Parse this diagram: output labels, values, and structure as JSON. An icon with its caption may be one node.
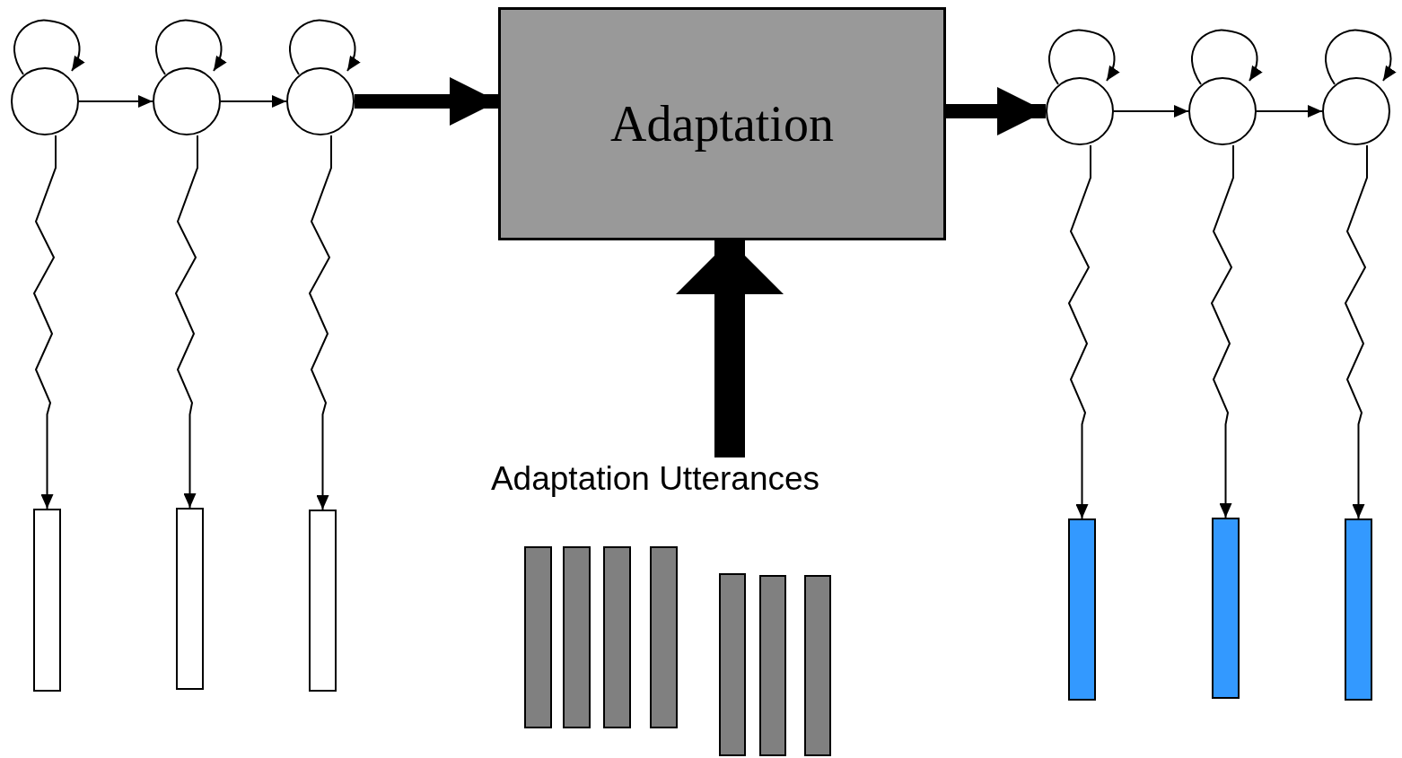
{
  "diagram": {
    "nodes": [
      {
        "text": [],
        "shape": "circle"
      },
      {
        "text": [],
        "shape": "circle"
      },
      {
        "text": [],
        "shape": "circle"
      },
      {
        "text": [
          "Adaptation"
        ]
      },
      {
        "text": [],
        "shape": "circle"
      },
      {
        "text": [],
        "shape": "circle"
      },
      {
        "text": [],
        "shape": "circle"
      },
      {
        "text": [],
        "shape": "bar"
      },
      {
        "text": [],
        "shape": "bar"
      },
      {
        "text": [],
        "shape": "bar"
      },
      {
        "text": [
          "Adaptation Utterances"
        ]
      },
      {
        "text": [],
        "shape": "bar"
      },
      {
        "text": [],
        "shape": "bar"
      },
      {
        "text": [],
        "shape": "bar"
      },
      {
        "text": [],
        "shape": "bar"
      },
      {
        "text": [],
        "shape": "bar"
      },
      {
        "text": [],
        "shape": "bar"
      },
      {
        "text": [],
        "shape": "bar"
      },
      {
        "text": [],
        "shape": "bar"
      },
      {
        "text": [],
        "shape": "bar"
      },
      {
        "text": [],
        "shape": "bar"
      }
    ],
    "edges": [
      {
        "from": 0,
        "to": 0,
        "arrow": "to"
      },
      {
        "from": 1,
        "to": 1,
        "arrow": "to"
      },
      {
        "from": 2,
        "to": 2,
        "arrow": "to"
      },
      {
        "from": 0,
        "to": 1,
        "arrow": "to"
      },
      {
        "from": 1,
        "to": 2,
        "arrow": "to"
      },
      {
        "from": 2,
        "to": 3,
        "arrow": "to",
        "style": "thick"
      },
      {
        "from": 3,
        "to": 4,
        "arrow": "to",
        "style": "thick"
      },
      {
        "from": 4,
        "to": 4,
        "arrow": "to"
      },
      {
        "from": 5,
        "to": 5,
        "arrow": "to"
      },
      {
        "from": 6,
        "to": 6,
        "arrow": "to"
      },
      {
        "from": 4,
        "to": 5,
        "arrow": "to"
      },
      {
        "from": 5,
        "to": 6,
        "arrow": "to"
      },
      {
        "from": 0,
        "to": 7,
        "arrow": "to"
      },
      {
        "from": 1,
        "to": 8,
        "arrow": "to"
      },
      {
        "from": 2,
        "to": 9,
        "arrow": "to"
      },
      {
        "from": 4,
        "to": 18,
        "arrow": "to"
      },
      {
        "from": 5,
        "to": 19,
        "arrow": "to"
      },
      {
        "from": 6,
        "to": 20,
        "arrow": "to"
      },
      {
        "from": 10,
        "to": 3,
        "arrow": "to",
        "style": "thick"
      }
    ]
  }
}
